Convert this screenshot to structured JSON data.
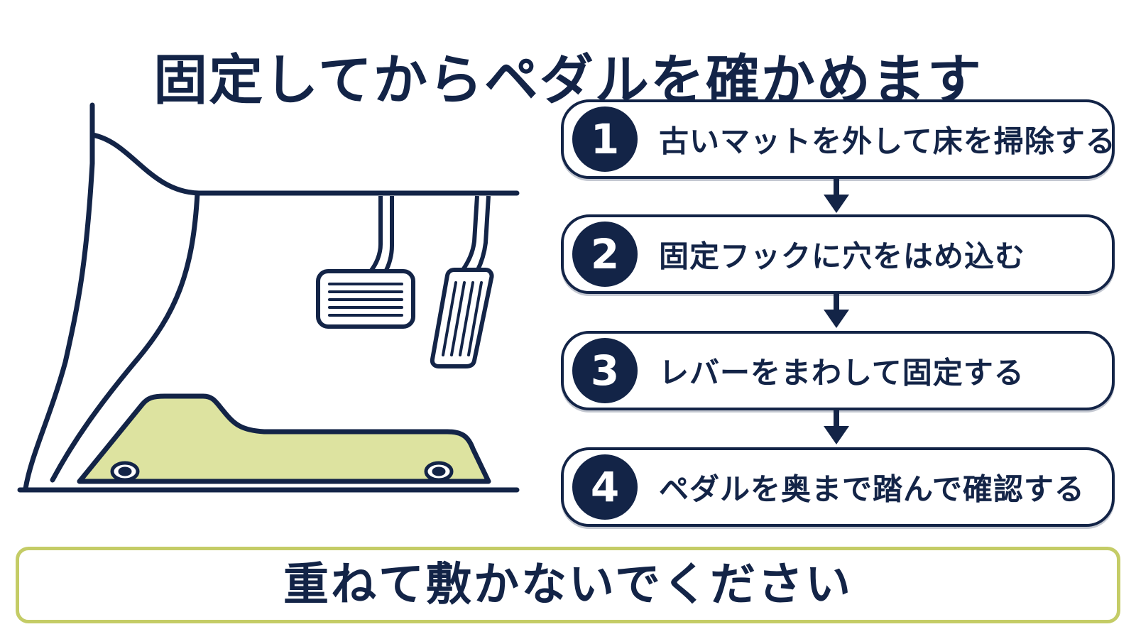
{
  "title": "固定してからペダルを確かめます",
  "colors": {
    "navy": "#132447",
    "mat": "#dde3a0",
    "accent_border": "#c4cc66",
    "background": "#ffffff"
  },
  "steps": [
    {
      "number": "1",
      "label": "古いマットを外して床を掃除する"
    },
    {
      "number": "2",
      "label": "固定フックに穴をはめ込む"
    },
    {
      "number": "3",
      "label": "レバーをまわして固定する"
    },
    {
      "number": "4",
      "label": "ペダルを奥まで踏んで確認する"
    }
  ],
  "notice": "重ねて敷かないでください",
  "icons": [
    "arrow-down-icon",
    "car-footwell-illustration"
  ]
}
